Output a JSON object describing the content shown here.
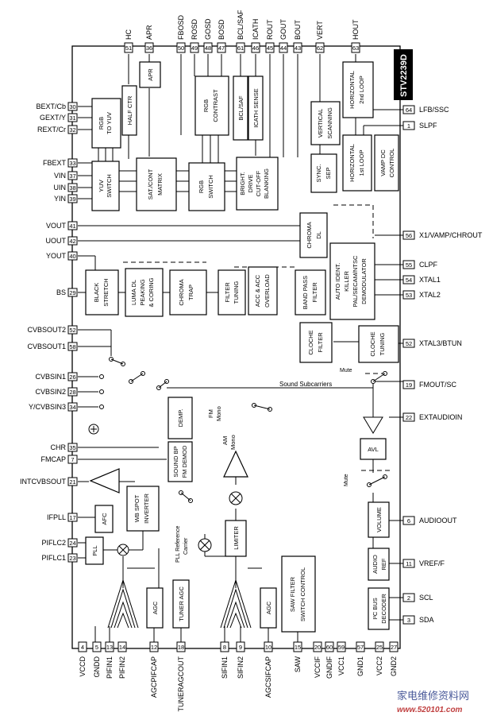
{
  "chip_name": "STV2239D",
  "watermark": "家电维修资料网",
  "watermark_url": "www.520101.com",
  "left_pins": [
    {
      "label": "BEXT/Cb",
      "num": "30"
    },
    {
      "label": "GEXT/Y",
      "num": "31"
    },
    {
      "label": "REXT/Cr",
      "num": "32"
    },
    {
      "label": "FBEXT",
      "num": "33"
    },
    {
      "label": "VIN",
      "num": "37"
    },
    {
      "label": "UIN",
      "num": "38"
    },
    {
      "label": "YIN",
      "num": "39"
    },
    {
      "label": "VOUT",
      "num": "41"
    },
    {
      "label": "UOUT",
      "num": "42"
    },
    {
      "label": "YOUT",
      "num": "40"
    },
    {
      "label": "BS",
      "num": "29"
    },
    {
      "label": "CVBSOUT2",
      "num": "52"
    },
    {
      "label": "CVBSOUT1",
      "num": "58"
    },
    {
      "label": "CVBSIN1",
      "num": "26"
    },
    {
      "label": "CVBSIN2",
      "num": "28"
    },
    {
      "label": "Y/CVBSIN3",
      "num": "34"
    },
    {
      "label": "CHR",
      "num": "35"
    },
    {
      "label": "FMCAP",
      "num": "7"
    },
    {
      "label": "INTCVBSOUT",
      "num": "21"
    },
    {
      "label": "IFPLL",
      "num": "17"
    },
    {
      "label": "PIFLC2",
      "num": "24"
    },
    {
      "label": "PIFLC1",
      "num": "23"
    }
  ],
  "top_pins": [
    {
      "label": "HC",
      "num": "51"
    },
    {
      "label": "APR",
      "num": "36"
    },
    {
      "label": "FBOSD",
      "num": "50"
    },
    {
      "label": "ROSD",
      "num": "49"
    },
    {
      "label": "GOSD",
      "num": "48"
    },
    {
      "label": "BOSD",
      "num": "47"
    },
    {
      "label": "BCL/SAF",
      "num": "61"
    },
    {
      "label": "ICATH",
      "num": "46"
    },
    {
      "label": "ROUT",
      "num": "45"
    },
    {
      "label": "GOUT",
      "num": "44"
    },
    {
      "label": "BOUT",
      "num": "43"
    },
    {
      "label": "VERT",
      "num": "62"
    },
    {
      "label": "HOUT",
      "num": "63"
    }
  ],
  "right_pins": [
    {
      "label": "LFB/SSC",
      "num": "64"
    },
    {
      "label": "SLPF",
      "num": "1"
    },
    {
      "label": "X1/VAMP/CHROUT",
      "num": "56"
    },
    {
      "label": "CLPF",
      "num": "55"
    },
    {
      "label": "XTAL1",
      "num": "54"
    },
    {
      "label": "XTAL2",
      "num": "53"
    },
    {
      "label": "XTAL3/BTUN",
      "num": "52"
    },
    {
      "label": "FMOUT/SC",
      "num": "19"
    },
    {
      "label": "EXTAUDIOIN",
      "num": "22"
    },
    {
      "label": "AUDIOOUT",
      "num": "6"
    },
    {
      "label": "VREF/F",
      "num": "11"
    },
    {
      "label": "SCL",
      "num": "2"
    },
    {
      "label": "SDA",
      "num": "3"
    }
  ],
  "bottom_pins": [
    {
      "label": "VCCD",
      "num": "4"
    },
    {
      "label": "GNDD",
      "num": "5"
    },
    {
      "label": "PIFIN1",
      "num": "13"
    },
    {
      "label": "PIFIN2",
      "num": "14"
    },
    {
      "label": "AGCPIFCAP",
      "num": "12"
    },
    {
      "label": "TUNERAGCOUT",
      "num": "18"
    },
    {
      "label": "SIFIN1",
      "num": "8"
    },
    {
      "label": "SIFIN2",
      "num": "9"
    },
    {
      "label": "AGCSIFCAP",
      "num": "10"
    },
    {
      "label": "SAW",
      "num": "15"
    },
    {
      "label": "VCCIF",
      "num": "20"
    },
    {
      "label": "GNDIF",
      "num": "60"
    },
    {
      "label": "VCC1",
      "num": "59"
    },
    {
      "label": "GND1",
      "num": "57"
    },
    {
      "label": "VCC2",
      "num": "25"
    },
    {
      "label": "GND2",
      "num": "27"
    }
  ],
  "blocks": {
    "rgb_to_yuv": [
      "RGB",
      "TO YUV"
    ],
    "yuv_switch": [
      "YUV",
      "SWITCH"
    ],
    "half_ctr": "HALF CTR",
    "apr": "APR",
    "sat_cont_matrix": [
      "SAT./CONT",
      "MATRIX"
    ],
    "rgb_contrast": [
      "RGB",
      "CONTRAST"
    ],
    "bcl_saf": "BCL/SAF",
    "icath_sense": "ICATH SENSE",
    "rgb_switch": [
      "RGB",
      "SWITCH"
    ],
    "bright_drive": [
      "BRIGHT.",
      "DRIVE",
      "CUT-OFF",
      "BLANKING"
    ],
    "vertical_scanning": [
      "VERTICAL",
      "SCANNING"
    ],
    "sync_sep": [
      "SYNC.",
      "SEP"
    ],
    "horizontal_2nd": [
      "HORIZONTAL",
      "2nd LOOP"
    ],
    "horizontal_1st": [
      "HORIZONTAL",
      "1st LOOP"
    ],
    "vamp_dc": [
      "VAMP DC",
      "CONTROL"
    ],
    "chroma_dl": [
      "CHROMA",
      "DL"
    ],
    "auto_ident": [
      "AUTO IDENT.",
      "KILLER",
      "PAL/SECAM/NTSC",
      "DEMODULATOR"
    ],
    "black_stretch": [
      "BLACK",
      "STRETCH"
    ],
    "luma_dl": [
      "LUMA DL",
      "PEAKING",
      "& CORING"
    ],
    "chroma_trap": [
      "CHROMA",
      "TRAP"
    ],
    "filter_tuning": [
      "FILTER",
      "TUNING"
    ],
    "acc_overload": [
      "ACC & ACC",
      "OVERLOAD"
    ],
    "band_pass": [
      "BAND PASS",
      "FILTER"
    ],
    "cloche_filter": [
      "CLOCHE",
      "FILTER"
    ],
    "cloche_tuning": [
      "CLOCHE",
      "TUNING"
    ],
    "demp": "DEMP.",
    "sound_bp": [
      "SOUND BP",
      "FM DEMOD"
    ],
    "avl": "AVL",
    "wb_spot": [
      "WB SPOT",
      "INVERTER"
    ],
    "afc": "AFC",
    "pll": "PLL",
    "limiter": "LIMITER",
    "agc_pif": "AGC",
    "tuner_agc": "TUNER AGC",
    "agc_sif": "AGC",
    "saw_filter": [
      "SAW FILTER",
      "SWITCH CONTROL"
    ],
    "volume": "VOLUME",
    "audio_ref": [
      "AUDIO",
      "REF"
    ],
    "i2c": [
      "I²C BUS",
      "DECODER"
    ]
  },
  "annotations": {
    "sound_subcarriers": "Sound Subcarriers",
    "mute1": "Mute",
    "mute2": "Mute",
    "fm_mono": [
      "FM",
      "Mono"
    ],
    "am_mono": [
      "AM",
      "Mono"
    ],
    "pll_ref": [
      "PLL Reference",
      "Carrier"
    ]
  }
}
